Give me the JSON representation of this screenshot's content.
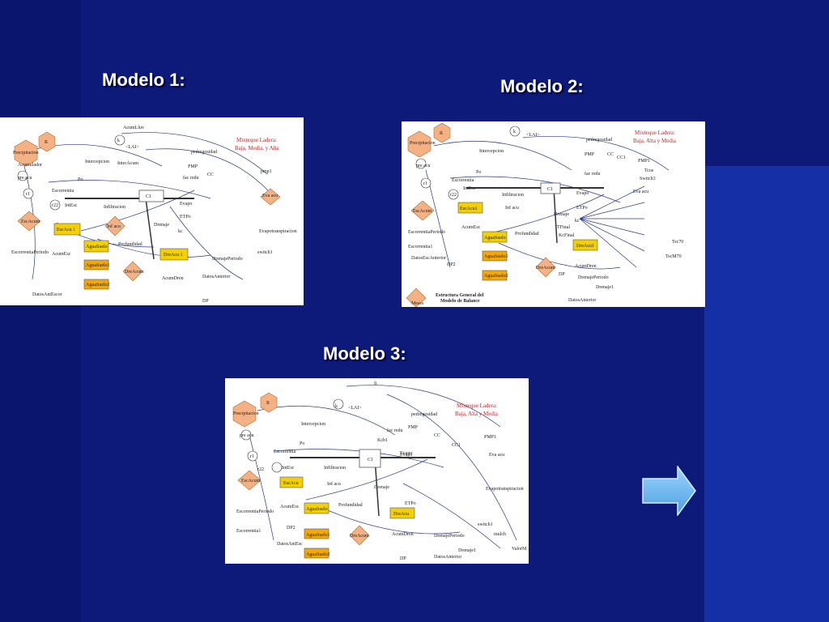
{
  "titles": {
    "modelo1": "Modelo 1:",
    "modelo2": "Modelo 2:",
    "modelo3": "Modelo 3:"
  },
  "diagram1": {
    "region_note": "Mixteque Ladera:\nBaja, Media, y Alta",
    "labels": [
      "Precipitacion",
      "R",
      "pre acu",
      "r1",
      "r22",
      "EscAcum",
      "Escorrentia",
      "Acumulador",
      "Po",
      "IntEsc",
      "Infiltracion",
      "Intercepcion",
      "InterAcum",
      "C1",
      "Evapo",
      "ETPo",
      "kc",
      "Drenaje",
      "Profundidad",
      "AguaSuelo",
      "AguaSuelo1",
      "AguaSuelo2",
      "DreAcu 1",
      "DreAcum",
      "AcumDren",
      "DatosAnterior",
      "DP",
      "EscAcu 1",
      "EscorrentiaPeriodo",
      "AcumEsc",
      "DatosAntEscor",
      "Inf acu",
      "Eva acu",
      "pedregosidad",
      "PMP",
      "CC",
      "fac redu",
      "pmp1",
      "Evapotranspiracion",
      "switch1",
      "DrenajePeriodo",
      "AcumLluv",
      "k",
      "LAI"
    ]
  },
  "diagram2": {
    "region_note": "Mixteque Ladera:\nBaja, Alta y Media",
    "caption": "Estructura General del\nModelo de Balance\nHidrico",
    "labels": [
      "Precipitacion",
      "R",
      "pre acu",
      "r1",
      "r22",
      "EscAcum",
      "EscAcu1",
      "Escorrentia",
      "Po",
      "IntEsc",
      "Infiltracion",
      "Intercepcion",
      "C1",
      "Evapo",
      "ETPo",
      "kc",
      "Drenaje",
      "TFinal",
      "KcFinal",
      "Profundidad",
      "AguaSuelo",
      "AguaSuelo1",
      "AguaSuelo2",
      "DreAcu1",
      "DreAcum",
      "AcumDren",
      "DrenajePeriodo",
      "Drenaje1",
      "DatosAnterior",
      "DP",
      "DP2",
      "EscorrentiaPeriodo",
      "Escorrentia1",
      "DatosEscAnterior",
      "AcumEsc",
      "Inf acu",
      "Eva acu",
      "pedregosidad",
      "PMP",
      "CC",
      "CC1",
      "PMP1",
      "fac redu",
      "Switch3",
      "Tcos",
      "Tsc70",
      "TscM70",
      "k",
      "LAI",
      "Meses"
    ]
  },
  "diagram3": {
    "region_note": "Mixteque Ladera:\nBaja, Alta y Media",
    "labels": [
      "Precipitacion",
      "R",
      "pre acu",
      "r1",
      "r22",
      "EscAcum",
      "EscAcu",
      "Escorrentia",
      "Po",
      "IntEsc",
      "Infiltracion",
      "Intercepcion",
      "C1",
      "Evapo",
      "ETPo",
      "Kcb1",
      "Drenaje",
      "Profundidad",
      "AguaSuelo",
      "AguaSuelo1",
      "AguaSuelo2",
      "DreAcu",
      "DreAcum",
      "AcumDren",
      "DrenajePeriodo",
      "Drenaje1",
      "DatosAnterior",
      "DP",
      "DP2",
      "DatosAntEsc",
      "EscorrentiaPeriodo",
      "Escorrentia1",
      "AcumEsc",
      "Inf acu",
      "Eva acu",
      "pedregosidad",
      "PMP",
      "CC",
      "CC1",
      "PMP1",
      "fac redu",
      "switch1",
      "mulch",
      "ValorM",
      "k",
      "LAI",
      "Evapotranspiracion",
      "fi"
    ]
  },
  "colors": {
    "background": "#0d1a7a",
    "panel": "#ffffff",
    "stock": "#f5d000",
    "hex": "#f4b183",
    "arrow": "#6fb8f0"
  },
  "icons": {
    "next": "right-arrow-icon"
  }
}
